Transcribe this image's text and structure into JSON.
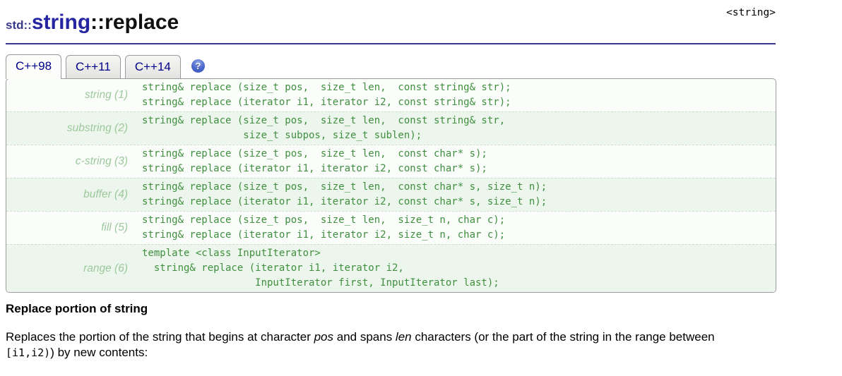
{
  "header": {
    "include_ref": "<string>",
    "title": {
      "std": "std::",
      "class": "string",
      "member": "::replace"
    }
  },
  "tabs": {
    "items": [
      {
        "label": "C++98",
        "active": true
      },
      {
        "label": "C++11",
        "active": false
      },
      {
        "label": "C++14",
        "active": false
      }
    ],
    "help_label": "?"
  },
  "snippet": {
    "rows": [
      {
        "label": "string (1)",
        "code": "string& replace (size_t pos,  size_t len,  const string& str);\nstring& replace (iterator i1, iterator i2, const string& str);"
      },
      {
        "label": "substring (2)",
        "code": "string& replace (size_t pos,  size_t len,  const string& str,\n                 size_t subpos, size_t sublen);"
      },
      {
        "label": "c-string (3)",
        "code": "string& replace (size_t pos,  size_t len,  const char* s);\nstring& replace (iterator i1, iterator i2, const char* s);"
      },
      {
        "label": "buffer (4)",
        "code": "string& replace (size_t pos,  size_t len,  const char* s, size_t n);\nstring& replace (iterator i1, iterator i2, const char* s, size_t n);"
      },
      {
        "label": "fill (5)",
        "code": "string& replace (size_t pos,  size_t len,  size_t n, char c);\nstring& replace (iterator i1, iterator i2, size_t n, char c);"
      },
      {
        "label": "range (6)",
        "code": "template <class InputIterator>\n  string& replace (iterator i1, iterator i2,\n                   InputIterator first, InputIterator last);"
      }
    ]
  },
  "section": {
    "heading": "Replace portion of string",
    "p1": "Replaces the portion of the string that begins at character ",
    "em1": "pos",
    "p2": " and spans ",
    "em2": "len",
    "p3": " characters (or the part of the string in the range between ",
    "code1": "[i1,i2)",
    "p4": ") by new contents:"
  },
  "colors": {
    "title_class_blue": "#2525a2",
    "title_std_navy": "#3a3a8c",
    "divider_navy": "#39398c",
    "tab_text_navy": "#00008b",
    "code_green": "#3f8f3f",
    "label_green": "#9cc89c",
    "row_alt_green": "#edf6ed",
    "help_badge_blue": "#4a66cc"
  }
}
